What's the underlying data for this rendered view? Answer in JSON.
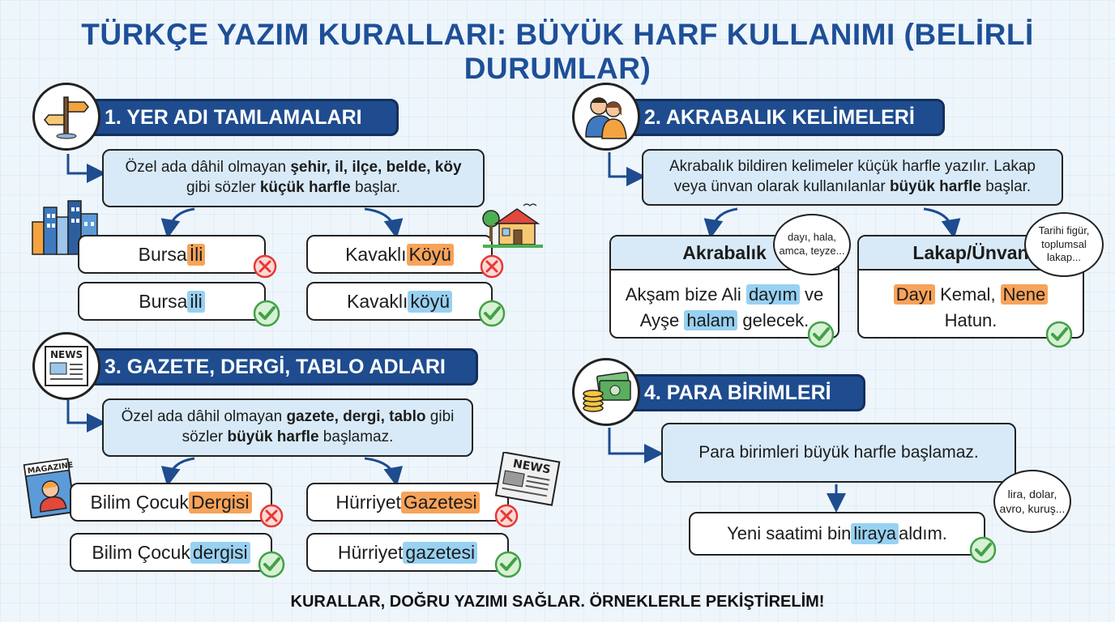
{
  "title": "TÜRKÇE YAZIM KURALLARI: BÜYÜK HARF KULLANIMI (BELİRLİ DURUMLAR)",
  "footer": "KURALLAR, DOĞRU YAZIMI SAĞLAR. ÖRNEKLERLE PEKİŞTİRELİM!",
  "colors": {
    "header": "#1e4c8f",
    "wrong_highlight": "#f7a35a",
    "right_highlight": "#98d1f2",
    "wrong": "#e53935",
    "right": "#43a047"
  },
  "s1": {
    "heading": "1. YER ADI TAMLAMALARI",
    "icon": "signpost-icon",
    "rule": {
      "a": "Özel ada dâhil olmayan ",
      "b": "şehir, il, ilçe, belde, köy",
      "c": " gibi sözler ",
      "d": "küçük harfle",
      "e": " başlar."
    },
    "ex1_wrong": {
      "base": "Bursa ",
      "word": "İli"
    },
    "ex1_right": {
      "base": "Bursa ",
      "word": "ili"
    },
    "ex2_wrong": {
      "base": "Kavaklı ",
      "word": "Köyü"
    },
    "ex2_right": {
      "base": "Kavaklı ",
      "word": "köyü"
    }
  },
  "s2": {
    "heading": "2. AKRABALIK KELİMELERİ",
    "icon": "family-icon",
    "rule": {
      "a": "Akrabalık bildiren kelimeler küçük harfle yazılır. Lakap veya ünvan olarak kullanılanlar ",
      "b": "büyük harfle",
      "c": " başlar."
    },
    "card1": {
      "title": "Akrabalık",
      "t1": "Akşam bize Ali ",
      "h1": "dayım",
      "t2": " ve",
      "t3": "Ayşe ",
      "h2": "halam",
      "t4": " gelecek.",
      "bubble": "dayı, hala, amca, teyze..."
    },
    "card2": {
      "title": "Lakap/Ünvan",
      "h1": "Dayı",
      "t1": " Kemal, ",
      "h2": "Nene",
      "t2": "Hatun.",
      "bubble": "Tarihi figür, toplumsal lakap..."
    }
  },
  "s3": {
    "heading": "3. GAZETE, DERGİ, TABLO ADLARI",
    "icon": "newspaper-icon",
    "rule": {
      "a": "Özel ada dâhil olmayan ",
      "b": "gazete, dergi, tablo",
      "c": " gibi sözler ",
      "d": "büyük harfle",
      "e": " başlamaz."
    },
    "magazine_label": "MAGAZINE",
    "news_label": "NEWS",
    "ex1_wrong": {
      "base": "Bilim Çocuk ",
      "word": "Dergisi"
    },
    "ex1_right": {
      "base": "Bilim Çocuk ",
      "word": "dergisi"
    },
    "ex2_wrong": {
      "base": "Hürriyet ",
      "word": "Gazetesi"
    },
    "ex2_right": {
      "base": "Hürriyet ",
      "word": "gazetesi"
    }
  },
  "s4": {
    "heading": "4. PARA BİRİMLERİ",
    "icon": "money-icon",
    "rule": "Para birimleri büyük harfle başlamaz.",
    "ex": {
      "a": "Yeni saatimi bin ",
      "h": "liraya",
      "b": " aldım."
    },
    "bubble": "lira, dolar, avro, kuruş..."
  }
}
